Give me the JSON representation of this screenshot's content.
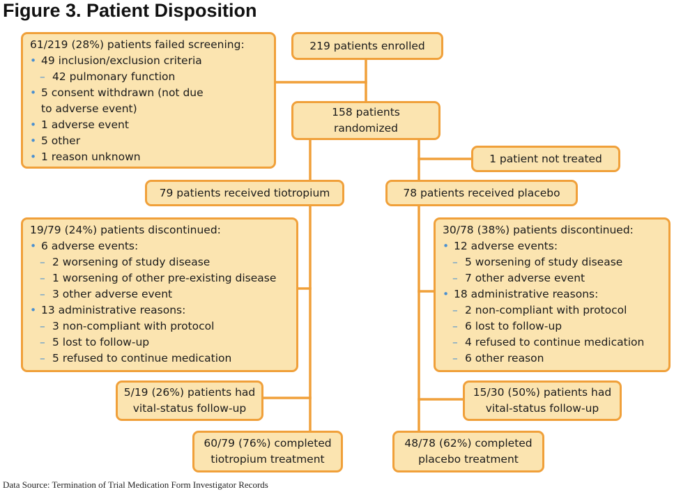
{
  "figure": {
    "title": "Figure 3. Patient Disposition",
    "source": "Data Source: Termination of Trial Medication Form Investigator Records"
  },
  "boxes": {
    "enrolled": {
      "lines": [
        "219 patients enrolled"
      ]
    },
    "failed_screening": {
      "header": "61/219 (28%) patients failed screening:",
      "items": [
        {
          "text": "49 inclusion/exclusion criteria",
          "subitems": [
            "42 pulmonary function"
          ]
        },
        {
          "text": "5 consent withdrawn (not due",
          "continuation": "to adverse event)"
        },
        {
          "text": "1 adverse event"
        },
        {
          "text": "5 other"
        },
        {
          "text": "1 reason unknown"
        }
      ]
    },
    "randomized": {
      "lines": [
        "158 patients",
        "randomized"
      ]
    },
    "not_treated": {
      "lines": [
        "1 patient not treated"
      ]
    },
    "tiotropium_arm": {
      "lines": [
        "79 patients received tiotropium"
      ]
    },
    "placebo_arm": {
      "lines": [
        "78 patients received placebo"
      ]
    },
    "tiotropium_discontinued": {
      "header": "19/79 (24%) patients discontinued:",
      "items": [
        {
          "text": "6 adverse events:",
          "subitems": [
            "2 worsening of study disease",
            "1 worsening of other pre-existing disease",
            "3 other adverse event"
          ]
        },
        {
          "text": "13 administrative reasons:",
          "subitems": [
            "3 non-compliant with protocol",
            "5 lost to follow-up",
            "5 refused to continue medication"
          ]
        }
      ]
    },
    "placebo_discontinued": {
      "header": "30/78 (38%) patients discontinued:",
      "items": [
        {
          "text": "12  adverse events:",
          "subitems": [
            "5 worsening of study disease",
            "7 other adverse event"
          ]
        },
        {
          "text": "18 administrative reasons:",
          "subitems": [
            "2 non-compliant with protocol",
            "6 lost to follow-up",
            "4 refused to continue medication",
            "6 other reason"
          ]
        }
      ]
    },
    "tiotropium_followup": {
      "lines": [
        "5/19 (26%) patients had",
        "vital-status follow-up"
      ]
    },
    "placebo_followup": {
      "lines": [
        "15/30 (50%) patients had",
        "vital-status follow-up"
      ]
    },
    "tiotropium_completed": {
      "lines": [
        "60/79 (76%) completed",
        "tiotropium treatment"
      ]
    },
    "placebo_completed": {
      "lines": [
        "48/78 (62%) completed",
        "placebo treatment"
      ]
    }
  },
  "colors": {
    "box_fill": "#fbe4b0",
    "box_border": "#f0a03a",
    "connector": "#f0a03a",
    "bullet": "#4a8fd0"
  }
}
